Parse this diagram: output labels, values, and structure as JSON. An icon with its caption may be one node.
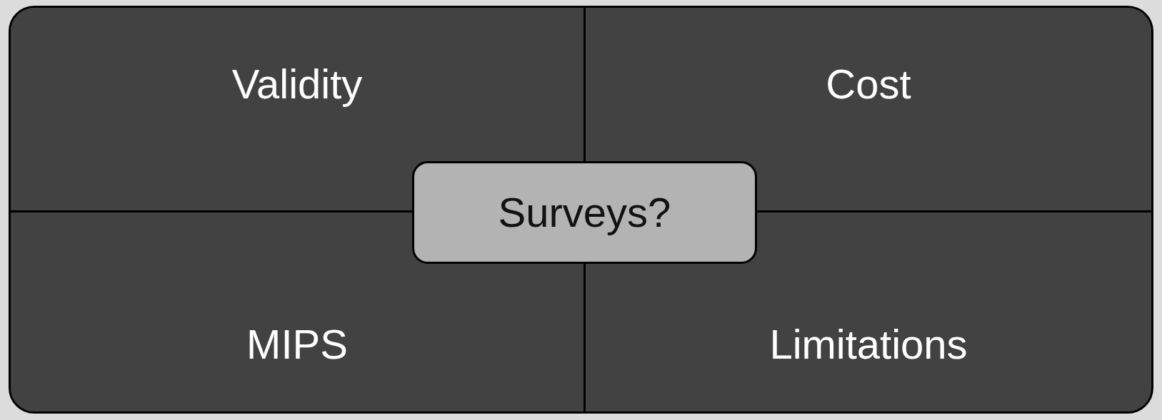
{
  "diagram": {
    "nodes": [
      {
        "text": [
          "Validity"
        ]
      },
      {
        "text": [
          "Cost"
        ]
      },
      {
        "text": [
          "MIPS"
        ]
      },
      {
        "text": [
          "Limitations"
        ]
      },
      {
        "text": [
          "Surveys?"
        ]
      }
    ],
    "edges": []
  }
}
